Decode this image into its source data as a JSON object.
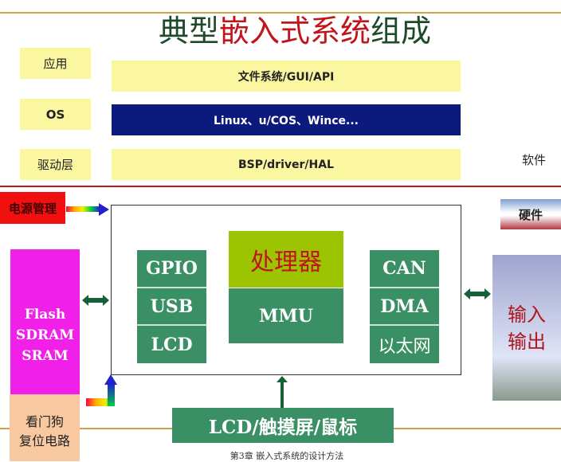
{
  "title": {
    "part1": "典型",
    "part2": "嵌入式系统",
    "part3": "组成"
  },
  "software": {
    "layers": [
      {
        "label": "应用",
        "content": "文件系统/GUI/API"
      },
      {
        "label": "OS",
        "content": "Linux、u/COS、Wince..."
      },
      {
        "label": "驱动层",
        "content": "BSP/driver/HAL"
      }
    ],
    "side_label": "软件"
  },
  "hardware": {
    "side_label": "硬件",
    "power": "电源管理",
    "memory": [
      "Flash",
      "SDRAM",
      "SRAM"
    ],
    "watchdog": [
      "看门狗",
      "复位电路"
    ],
    "io": [
      "输入",
      "输出"
    ],
    "left_modules": [
      "GPIO",
      "USB",
      "LCD"
    ],
    "processor": "处理器",
    "mmu": "MMU",
    "right_modules": [
      "CAN",
      "DMA",
      "以太网"
    ],
    "display": "LCD/触摸屏/鼠标"
  },
  "footer": "第3章  嵌入式系统的设计方法",
  "colors": {
    "green": "#3a8f64",
    "navy": "#0c1a7e",
    "yellow": "#fbf6a0",
    "magenta": "#f020e8",
    "red": "#c0151c"
  }
}
